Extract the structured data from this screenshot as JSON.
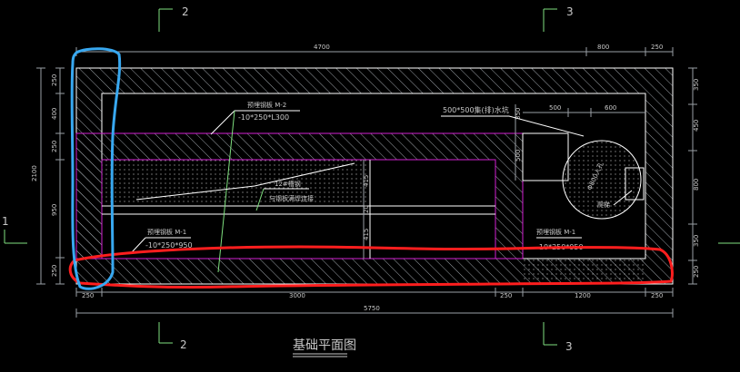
{
  "colors": {
    "background": "#000000",
    "lines": "#ffffff",
    "dim": "#9aa0a6",
    "hatch": "#9aa0a6",
    "accent_green": "#7fe07f",
    "magenta": "#d21fd2",
    "red_markup": "#ff1e1e",
    "blue_markup": "#38a8f0",
    "dim_text": "#c8c8c8"
  },
  "axes": {
    "top_left": "2",
    "top_right": "3",
    "bottom_left": "2",
    "bottom_right": "3",
    "left": "1"
  },
  "dimensions_top": {
    "total": "4700",
    "seg2": "800",
    "seg3": "250"
  },
  "dimensions_bottom": {
    "seg1": "250",
    "seg2": "3000",
    "seg3": "250",
    "seg4": "1200",
    "seg5": "250",
    "total": "5750"
  },
  "dimensions_left": {
    "total": "2100",
    "s1": "250",
    "s2": "400",
    "s3": "250",
    "s4": "950",
    "s5": "250"
  },
  "dimensions_right": {
    "s1": "350",
    "s2": "450",
    "s3": "800",
    "s4": "350",
    "s5": "250"
  },
  "inner_dims": {
    "v415_top": "415",
    "v20": "20",
    "v415_bot": "415",
    "v350": "350",
    "v500": "500",
    "h500": "500",
    "h600": "600"
  },
  "labels": {
    "plate_m2_title": "预埋钢板 M-2",
    "plate_m2_spec": "-10*250*L300",
    "rebar_title": "12#槽钢",
    "rebar_spec": "与钢板满焊连接",
    "plate_m1_left_title": "预埋钢板 M-1",
    "plate_m1_left_spec": "-10*250*950",
    "plate_m1_right_title": "预埋钢板 M-1",
    "plate_m1_right_spec": "-10*250*950",
    "pit_label": "500*500集(排)水坑",
    "pipe_label": "Φ800人孔",
    "plug_label": "爬梯",
    "title": "基础平面图"
  }
}
